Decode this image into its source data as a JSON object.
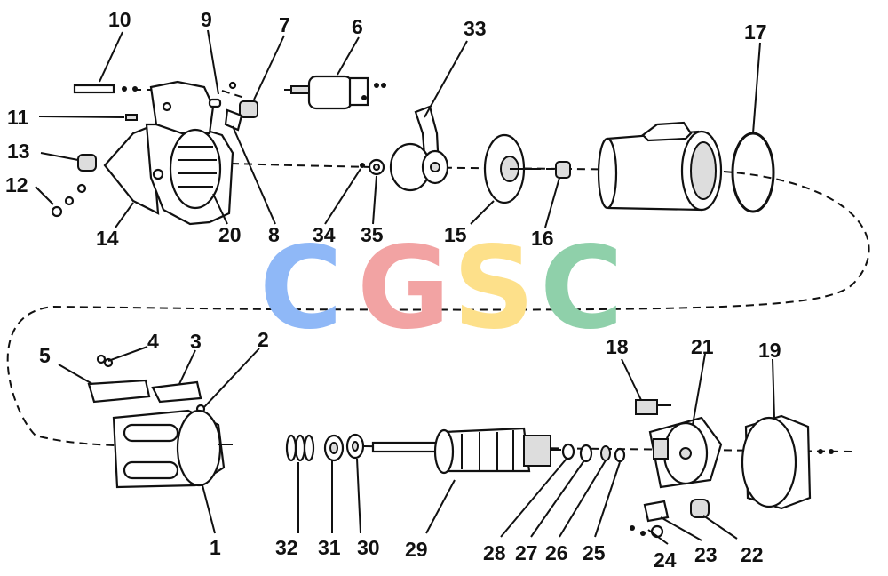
{
  "watermark": {
    "letters": [
      "C",
      "G",
      "S",
      "C"
    ],
    "colors": [
      "#8fb8f7",
      "#f2a3a3",
      "#fde08a",
      "#8fd0aa"
    ]
  },
  "callouts": [
    "10",
    "9",
    "7",
    "6",
    "33",
    "17",
    "11",
    "13",
    "12",
    "14",
    "20",
    "8",
    "34",
    "35",
    "15",
    "16",
    "5",
    "4",
    "3",
    "2",
    "18",
    "21",
    "19",
    "1",
    "32",
    "31",
    "30",
    "29",
    "28",
    "27",
    "26",
    "25",
    "24",
    "23",
    "22"
  ]
}
